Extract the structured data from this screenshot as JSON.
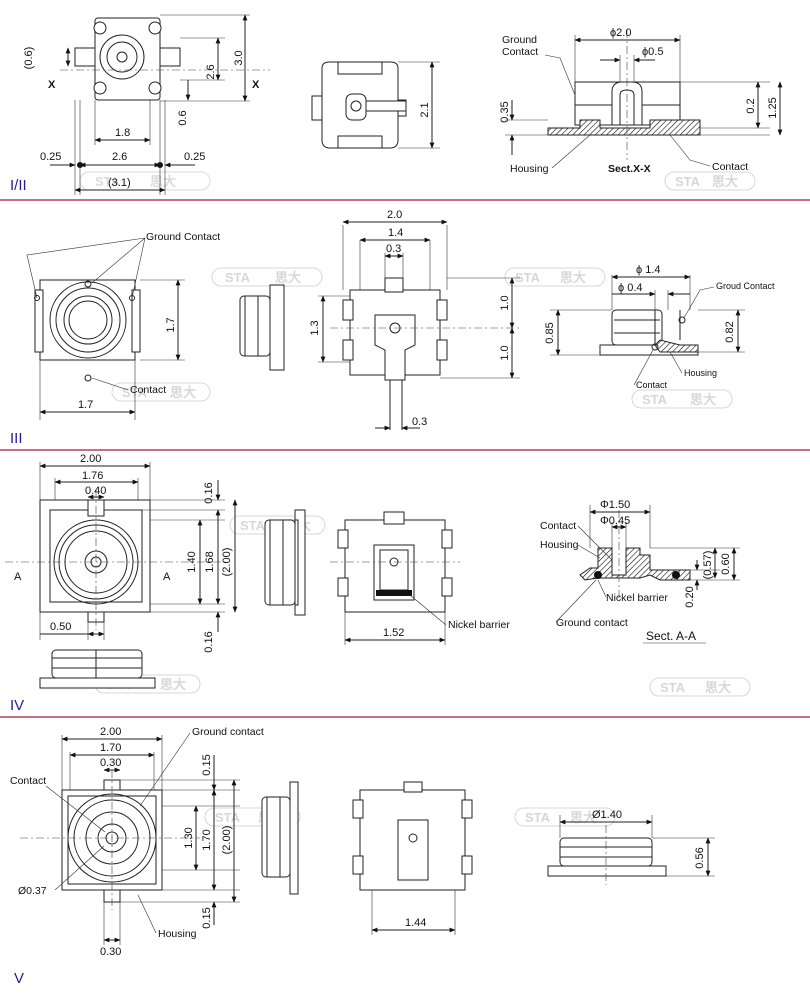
{
  "watermark": {
    "s": "STA",
    "cn": "思大"
  },
  "sections": [
    {
      "label": "I/II"
    },
    {
      "label": "III"
    },
    {
      "label": "IV"
    },
    {
      "label": "V"
    }
  ],
  "s1": {
    "dims": [
      "(0.6)",
      "2.6",
      "3.0",
      "1.8",
      "0.6",
      "0.25",
      "2.6",
      "0.25",
      "(3.1)",
      "2.1",
      "ϕ2.0",
      "ϕ0.5",
      "0.2",
      "0.35",
      "1.25"
    ],
    "x_mark": "X",
    "labels": {
      "ground_contact": [
        "Ground",
        "Contact"
      ],
      "housing": "Housing",
      "section": "Sect.X-X",
      "contact": "Contact"
    }
  },
  "s2": {
    "dims": [
      "1.7",
      "1.7",
      "2.0",
      "1.4",
      "0.3",
      "1.3",
      "1.0",
      "1.0",
      "0.3",
      "ϕ 1.4",
      "ϕ 0.4",
      "0.85",
      "0.82"
    ],
    "labels": {
      "ground_contact": "Ground Contact",
      "contact": "Contact",
      "groud_contact": "Groud Contact",
      "contact2": "Contact",
      "housing": "Housing"
    }
  },
  "s3": {
    "dims": [
      "2.00",
      "1.76",
      "0.40",
      "0.16",
      "1.40",
      "1.68",
      "(2.00)",
      "0.16",
      "0.50",
      "1.52",
      "Φ1.50",
      "Φ0.45",
      "(0.57)",
      "0.60",
      "0.20"
    ],
    "a_mark": "A",
    "labels": {
      "nickel": "Nickel barrier",
      "contact": "Contact",
      "housing": "Housing",
      "nickel2": "Nickel barrier",
      "ground": "Ground contact",
      "section": "Sect. A-A"
    }
  },
  "s4": {
    "dims": [
      "2.00",
      "1.70",
      "0.30",
      "0.15",
      "1.30",
      "1.70",
      "(2.00)",
      "0.15",
      "Ø0.37",
      "0.30",
      "1.44",
      "Ø1.40",
      "0.56"
    ],
    "labels": {
      "ground": "Ground contact",
      "contact": "Contact",
      "housing": "Housing"
    }
  }
}
